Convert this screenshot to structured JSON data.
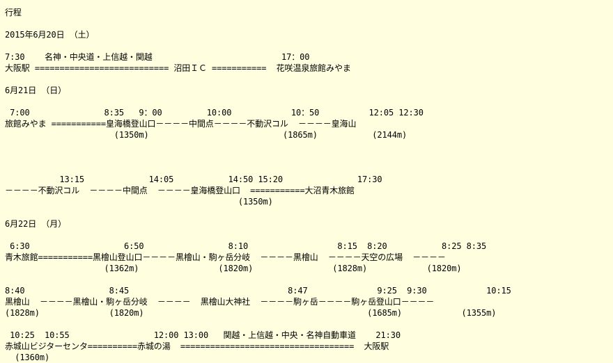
{
  "document": {
    "lines": [
      "行程",
      "",
      "2015年6月20日 （土）",
      "",
      "7:30    名神・中央道・上信越・関越                          17：00",
      "大阪駅 =========================== 沼田ＩＣ ===========  花咲温泉旅館みやま",
      "",
      "6月21日 （日）",
      "",
      " 7:00               8:35   9：00         10:00            10：50          12:05 12:30",
      "旅館みやま ===========皇海橋登山口－－－－中間点－－－－不動沢コル  －－－－皇海山",
      "                      (1350m)                           (1865m)           (2144m)",
      "",
      "",
      "",
      "           13:15             14:05           14:50 15:20               17:30",
      "－－－－不動沢コル  －－－－中間点  －－－－皇海橋登山口  ===========大沼青木旅館",
      "                                               (1350m)",
      "",
      "6月22日 （月）",
      "",
      " 6:30                   6:50                 8:10                  8:15  8:20           8:25 8:35",
      "青木旅館===========黒檜山登山口－－－－黒檜山・駒ヶ岳分岐  －－－－黒檜山  －－－－天空の広場  －－－－",
      "                    (1362m)                (1820m)                (1828m)            (1820m)",
      "",
      "8:40                 8:45                                8:47              9:25  9:30            10:15",
      "黒檜山  －－－－黒檜山・駒ヶ岳分岐  －－－－  黒檜山大神社  －－－－駒ヶ岳－－－－駒ヶ岳登山口－－－－",
      "(1828m)              (1820m)                                             (1685m)            (1355m)",
      "",
      " 10:25  10:55                 12:00 13:00   関越・上信越・中央・名神自動車道    21:30",
      "赤城山ビジターセンタ==========赤城の湯  ===================================  大阪駅",
      "  (1360m)"
    ]
  }
}
